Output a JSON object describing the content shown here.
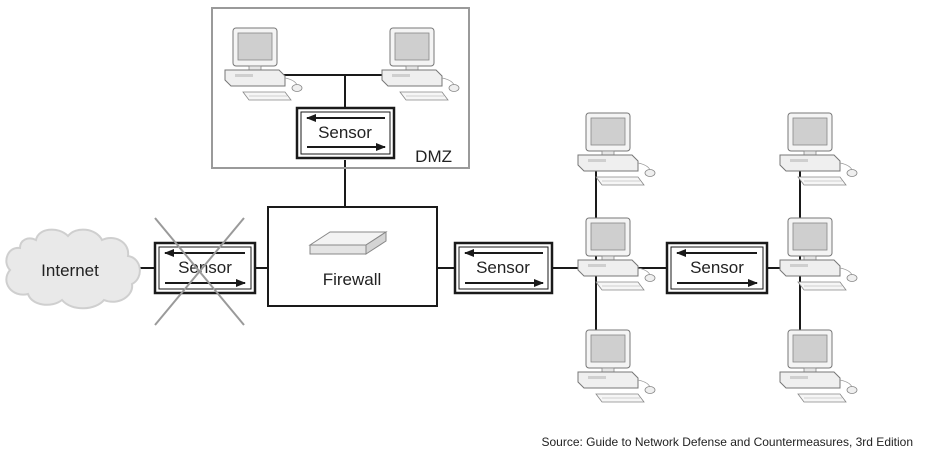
{
  "diagram": {
    "internet_label": "Internet",
    "firewall_label": "Firewall",
    "dmz_label": "DMZ",
    "sensor_label": "Sensor",
    "sensor_removed_label": "Sensor"
  },
  "caption": "Source: Guide to Network Defense and Countermeasures, 3rd Edition",
  "colors": {
    "line": "#1a1a1a",
    "dmz_border": "#9a9a9a",
    "cross": "#9a9a9a",
    "cloud": "#e9e9e9",
    "computer_screen": "#d8d8d8",
    "computer_body": "#f2f2f2"
  }
}
